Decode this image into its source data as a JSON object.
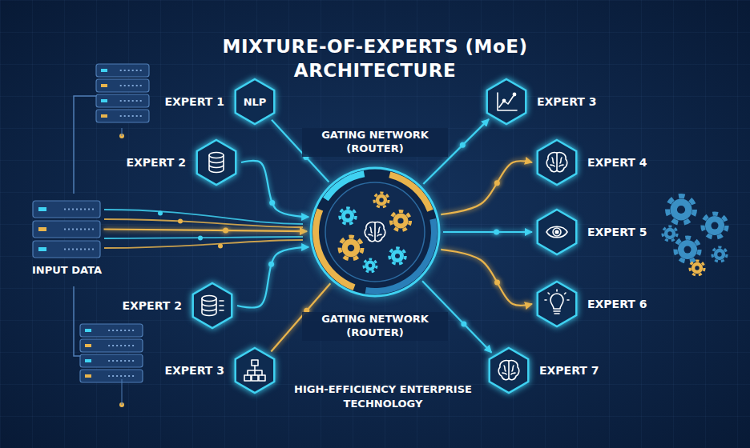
{
  "diagram": {
    "title": "MIXTURE-OF-EXPERTS (MoE) ARCHITECTURE",
    "nodes": [
      {
        "text": [
          "INPUT DATA"
        ]
      },
      {
        "text": [
          "EXPERT 1",
          "NLP"
        ]
      },
      {
        "text": [
          "EXPERT 2"
        ]
      },
      {
        "text": [
          "EXPERT 2"
        ]
      },
      {
        "text": [
          "EXPERT 3"
        ]
      },
      {
        "text": [
          "GATING NETWORK (ROUTER)",
          "GATING NETWORK (ROUTER)"
        ]
      },
      {
        "text": [
          "EXPERT 3"
        ]
      },
      {
        "text": [
          "EXPERT 4"
        ]
      },
      {
        "text": [
          "EXPERT 5"
        ]
      },
      {
        "text": [
          "EXPERT 6"
        ]
      },
      {
        "text": [
          "EXPERT 7"
        ]
      }
    ],
    "edges": [
      {
        "from": 0,
        "to": 5,
        "arrow": "to"
      },
      {
        "from": 1,
        "to": 5,
        "arrow": "none"
      },
      {
        "from": 2,
        "to": 5,
        "arrow": "to"
      },
      {
        "from": 3,
        "to": 5,
        "arrow": "to"
      },
      {
        "from": 4,
        "to": 5,
        "arrow": "none"
      },
      {
        "from": 5,
        "to": 6,
        "arrow": "to"
      },
      {
        "from": 5,
        "to": 7,
        "arrow": "to"
      },
      {
        "from": 5,
        "to": 8,
        "arrow": "to"
      },
      {
        "from": 5,
        "to": 9,
        "arrow": "to"
      },
      {
        "from": 5,
        "to": 10,
        "arrow": "to"
      }
    ],
    "labels": [
      "HIGH-EFFICIENCY ENTERPRISE TECHNOLOGY"
    ]
  }
}
